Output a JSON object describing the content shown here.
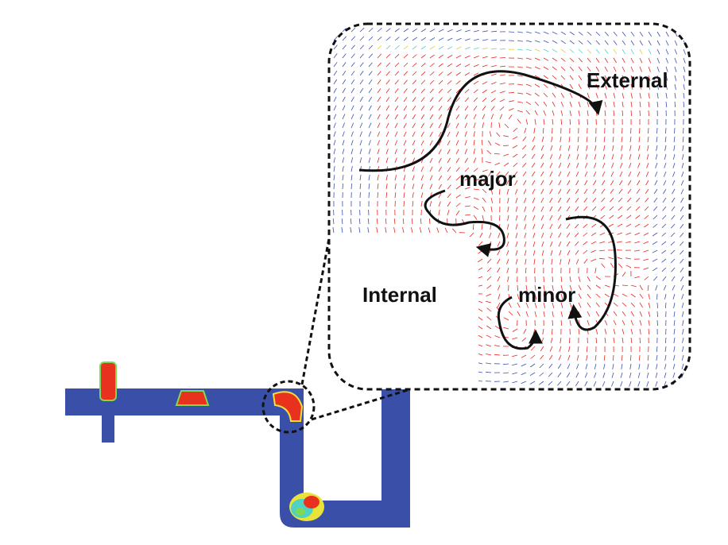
{
  "labels": {
    "external": "External",
    "internal": "Internal",
    "major": "major",
    "minor": "minor"
  },
  "colors": {
    "channel": "#3a50a8",
    "droplet": "#e8321e",
    "droplet_rim": "#f0e03a",
    "droplet_edge": "#7ed957",
    "vector_high": "#e8241e",
    "vector_low": "#3b4fb0",
    "vector_mid": "#d9d232",
    "vector_mid2": "#4fd1c5",
    "callout_line": "#111111",
    "arrow": "#111111"
  }
}
